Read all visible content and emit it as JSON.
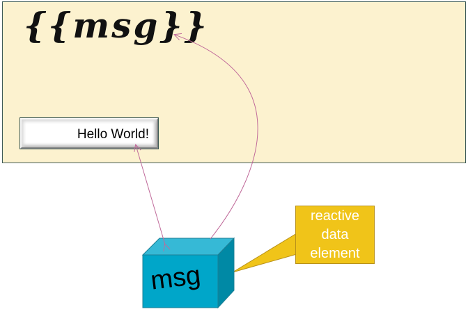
{
  "template": {
    "expression": "{{msg}}"
  },
  "input": {
    "value": "Hello World!"
  },
  "cube": {
    "label": "msg"
  },
  "callout": {
    "lines": [
      "reactive",
      "data",
      "element"
    ]
  },
  "colors": {
    "panel_background": "#fcf2cf",
    "cube_front": "#00a6c9",
    "cube_top": "#36b9d6",
    "cube_side": "#0089a5",
    "callout_fill": "#f0c419",
    "connector": "#c06a9a"
  }
}
